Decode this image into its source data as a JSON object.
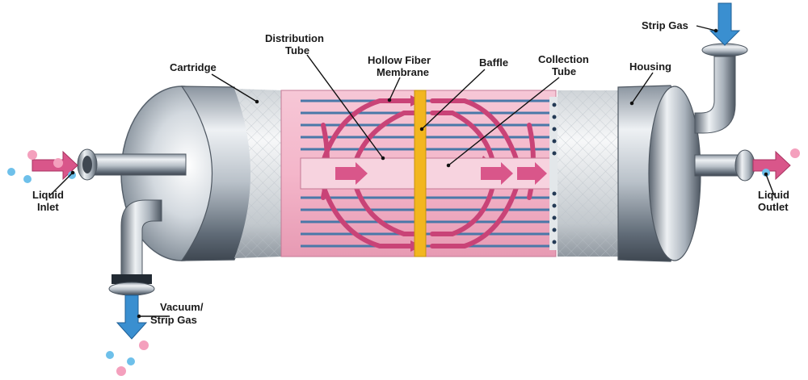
{
  "labels": {
    "cartridge": "Cartridge",
    "distribution_tube_1": "Distribution",
    "distribution_tube_2": "Tube",
    "hollow_fiber_1": "Hollow Fiber",
    "hollow_fiber_2": "Membrane",
    "baffle": "Baffle",
    "collection_tube_1": "Collection",
    "collection_tube_2": "Tube",
    "housing": "Housing",
    "strip_gas": "Strip Gas",
    "liquid_inlet_1": "Liquid",
    "liquid_inlet_2": "Inlet",
    "liquid_outlet_1": "Liquid",
    "liquid_outlet_2": "Outlet",
    "vacuum_1": "Vacuum/",
    "vacuum_2": "Strip Gas"
  },
  "icons": {
    "flow_arrow_liquid": "pink-right-arrow",
    "flow_arrow_gas": "blue-down-arrow",
    "bubble": "gas-bubble"
  },
  "colors": {
    "liquid": "#d9568a",
    "liquid_light": "#f4b8cb",
    "gas": "#3a8fd0",
    "baffle": "#f2b61f",
    "steel_dark": "#6f7a86",
    "steel_light": "#eef1f4",
    "fiber_blue": "#4a78a8"
  }
}
